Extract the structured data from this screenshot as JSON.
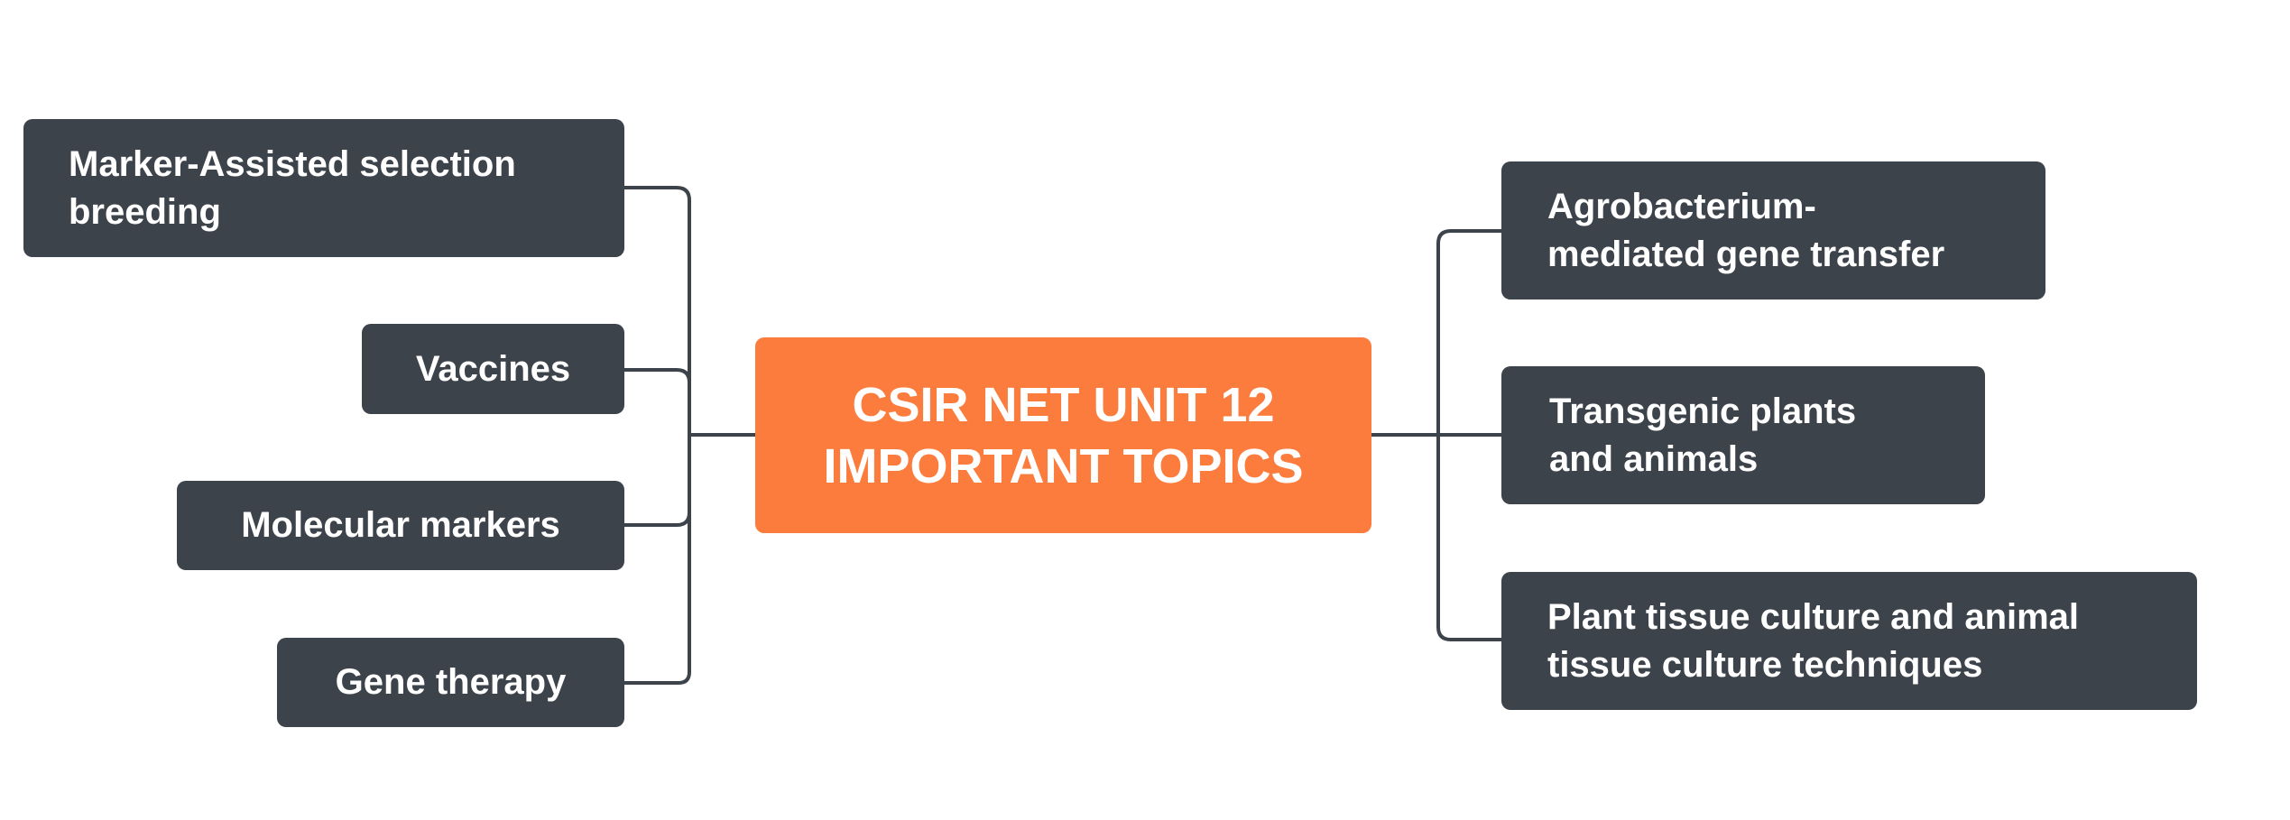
{
  "center": {
    "label": "CSIR NET UNIT 12\nIMPORTANT TOPICS"
  },
  "left_topics": [
    {
      "label": "Marker-Assisted selection\nbreeding"
    },
    {
      "label": "Vaccines"
    },
    {
      "label": "Molecular markers"
    },
    {
      "label": "Gene therapy"
    }
  ],
  "right_topics": [
    {
      "label": "Agrobacterium-\nmediated gene transfer"
    },
    {
      "label": "Transgenic plants\nand animals"
    },
    {
      "label": "Plant tissue culture and animal\ntissue culture techniques"
    }
  ],
  "colors": {
    "center_fill": "#fb7c3d",
    "node_fill": "#3d434a",
    "connector": "#3d434a",
    "text": "#ffffff",
    "background": "#ffffff"
  }
}
